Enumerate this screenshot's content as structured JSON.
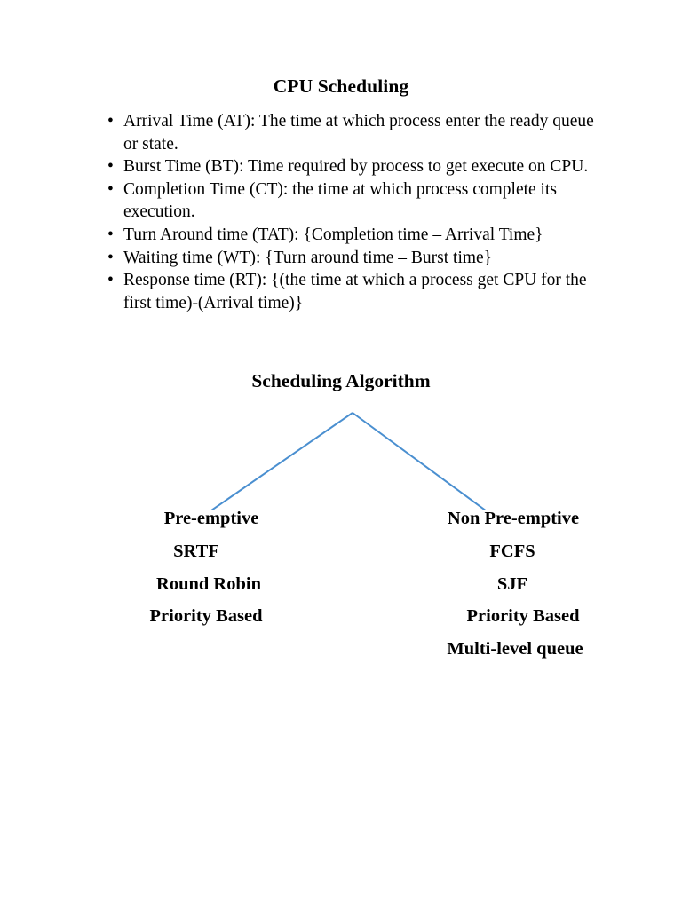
{
  "document": {
    "title": "CPU Scheduling",
    "background_color": "#ffffff",
    "text_color": "#000000"
  },
  "definitions": {
    "bullet_glyph": "•",
    "items": [
      {
        "text": "Arrival Time (AT): The time at which process enter the ready queue or state."
      },
      {
        "text": "Burst Time (BT): Time required by process to get execute on CPU."
      },
      {
        "text": "Completion Time (CT): the time at which process complete its execution."
      },
      {
        "text": "Turn Around time (TAT): {Completion time – Arrival Time}"
      },
      {
        "text": "Waiting time (WT): {Turn around time – Burst time}"
      },
      {
        "text": "Response time (RT): {(the time at which a process get CPU for the first time)-(Arrival time)}"
      }
    ]
  },
  "diagram": {
    "title": "Scheduling Algorithm",
    "arrow_color": "#4A8FD0",
    "branches": [
      {
        "heading": "Pre-emptive",
        "items": [
          "SRTF",
          "Round Robin",
          "Priority Based"
        ]
      },
      {
        "heading": "Non Pre-emptive",
        "items": [
          "FCFS",
          "SJF",
          "Priority Based",
          "Multi-level queue"
        ]
      }
    ]
  }
}
